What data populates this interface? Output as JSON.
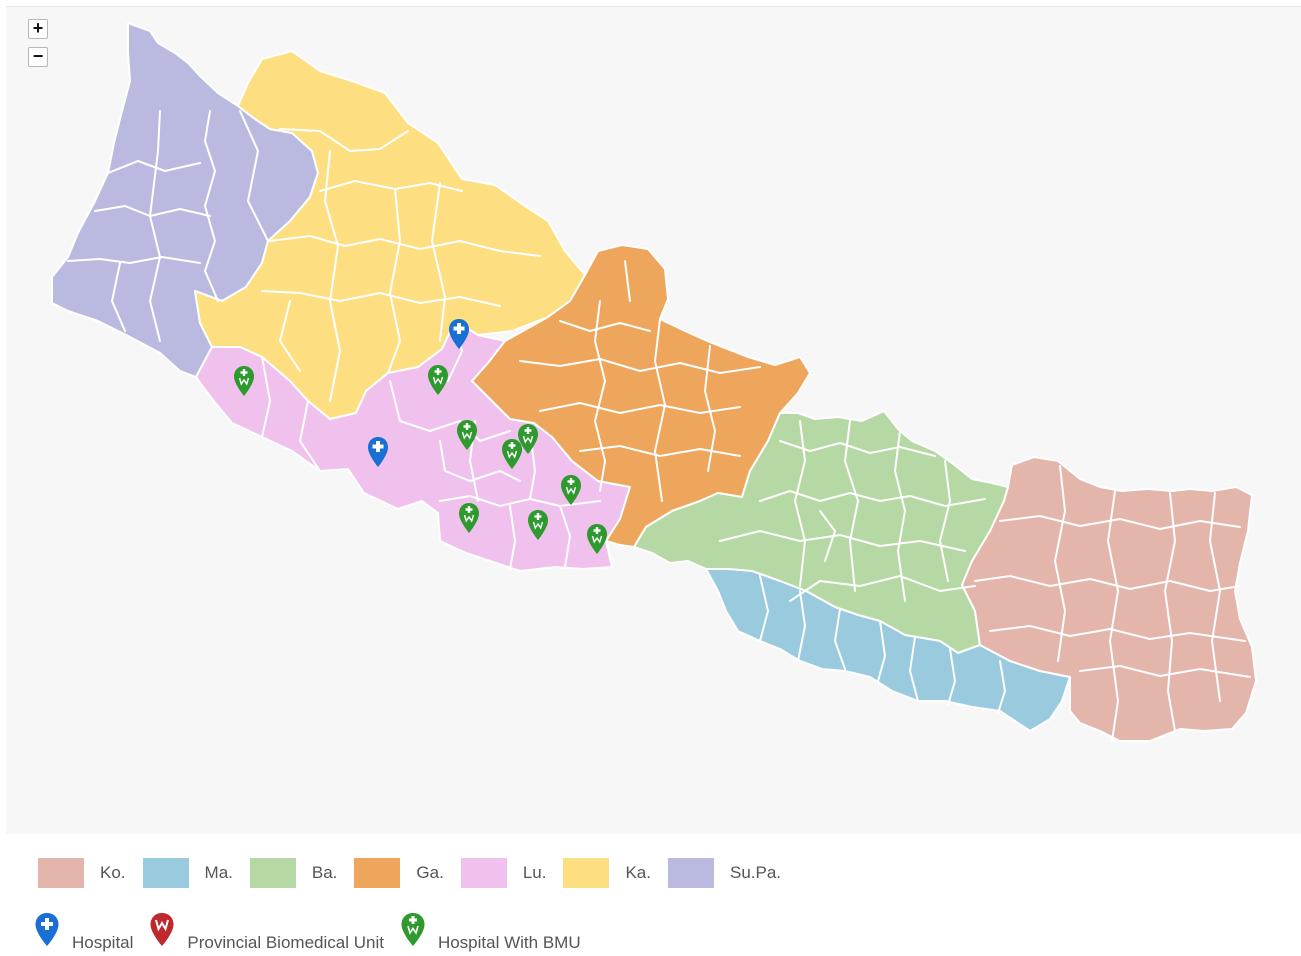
{
  "map": {
    "zoom_in_label": "+",
    "zoom_out_label": "−",
    "background": "#f7f7f7"
  },
  "provinces": [
    {
      "key": "ko",
      "label": "Ko.",
      "color": "#e3b5ab"
    },
    {
      "key": "ma",
      "label": "Ma.",
      "color": "#99cade"
    },
    {
      "key": "ba",
      "label": "Ba.",
      "color": "#b6d8a4"
    },
    {
      "key": "ga",
      "label": "Ga.",
      "color": "#eea55c"
    },
    {
      "key": "lu",
      "label": "Lu.",
      "color": "#efc1ec"
    },
    {
      "key": "ka",
      "label": "Ka.",
      "color": "#fddf81"
    },
    {
      "key": "supa",
      "label": "Su.Pa.",
      "color": "#babae0"
    }
  ],
  "marker_types": [
    {
      "key": "hospital",
      "label": "Hospital",
      "color": "#1a6fd4",
      "icon": "hospital-pin-icon"
    },
    {
      "key": "pbu",
      "label": "Provincial Biomedical Unit",
      "color": "#c0282d",
      "icon": "biomedical-unit-pin-icon"
    },
    {
      "key": "hbmu",
      "label": "Hospital With BMU",
      "color": "#2e9a2e",
      "icon": "hospital-with-bmu-pin-icon"
    }
  ]
}
